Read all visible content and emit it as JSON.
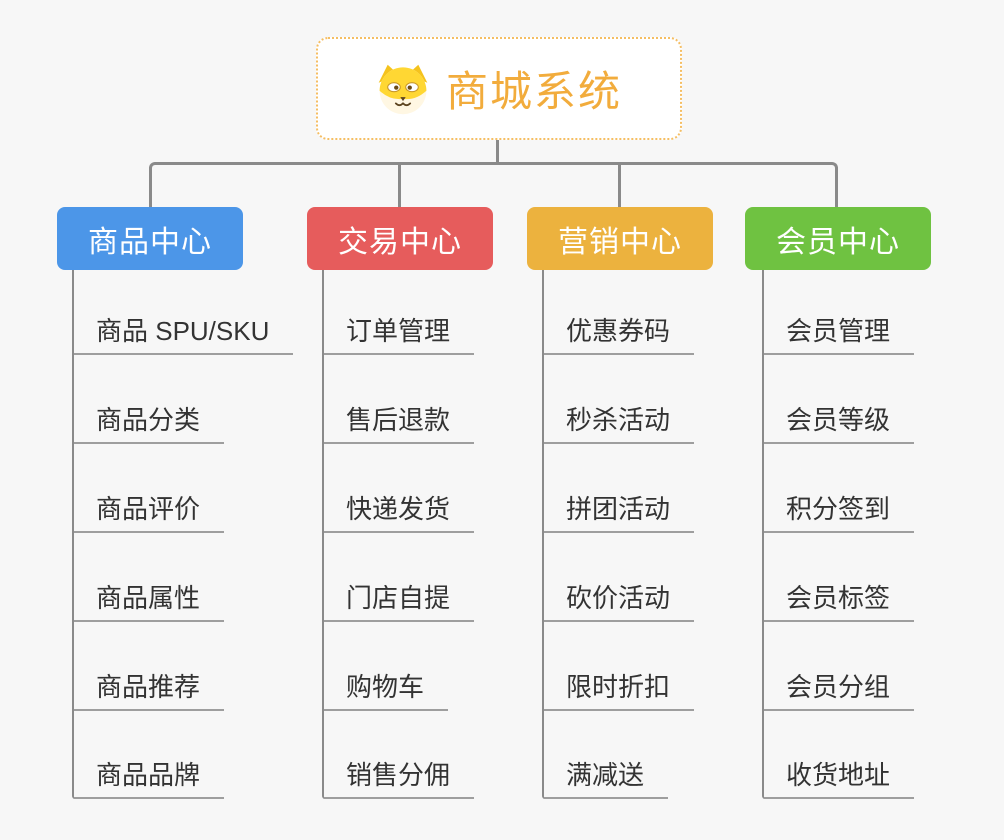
{
  "root": {
    "title": "商城系统",
    "icon": "dog-face-icon",
    "accent_color": "#F2AC3C",
    "border_color": "#F5BE63"
  },
  "branches": [
    {
      "label": "商品中心",
      "color": "#4C96E8",
      "children": [
        "商品 SPU/SKU",
        "商品分类",
        "商品评价",
        "商品属性",
        "商品推荐",
        "商品品牌"
      ]
    },
    {
      "label": "交易中心",
      "color": "#E65C5C",
      "children": [
        "订单管理",
        "售后退款",
        "快递发货",
        "门店自提",
        "购物车",
        "销售分佣"
      ]
    },
    {
      "label": "营销中心",
      "color": "#ECB23E",
      "children": [
        "优惠券码",
        "秒杀活动",
        "拼团活动",
        "砍价活动",
        "限时折扣",
        "满减送"
      ]
    },
    {
      "label": "会员中心",
      "color": "#6FC241",
      "children": [
        "会员管理",
        "会员等级",
        "积分签到",
        "会员标签",
        "会员分组",
        "收货地址"
      ]
    }
  ],
  "colors": {
    "background": "#F7F7F7",
    "connector": "#8A8A8A",
    "leaf_underline": "#9E9E9E",
    "leaf_text": "#333333",
    "node_text": "#FFFFFF"
  }
}
